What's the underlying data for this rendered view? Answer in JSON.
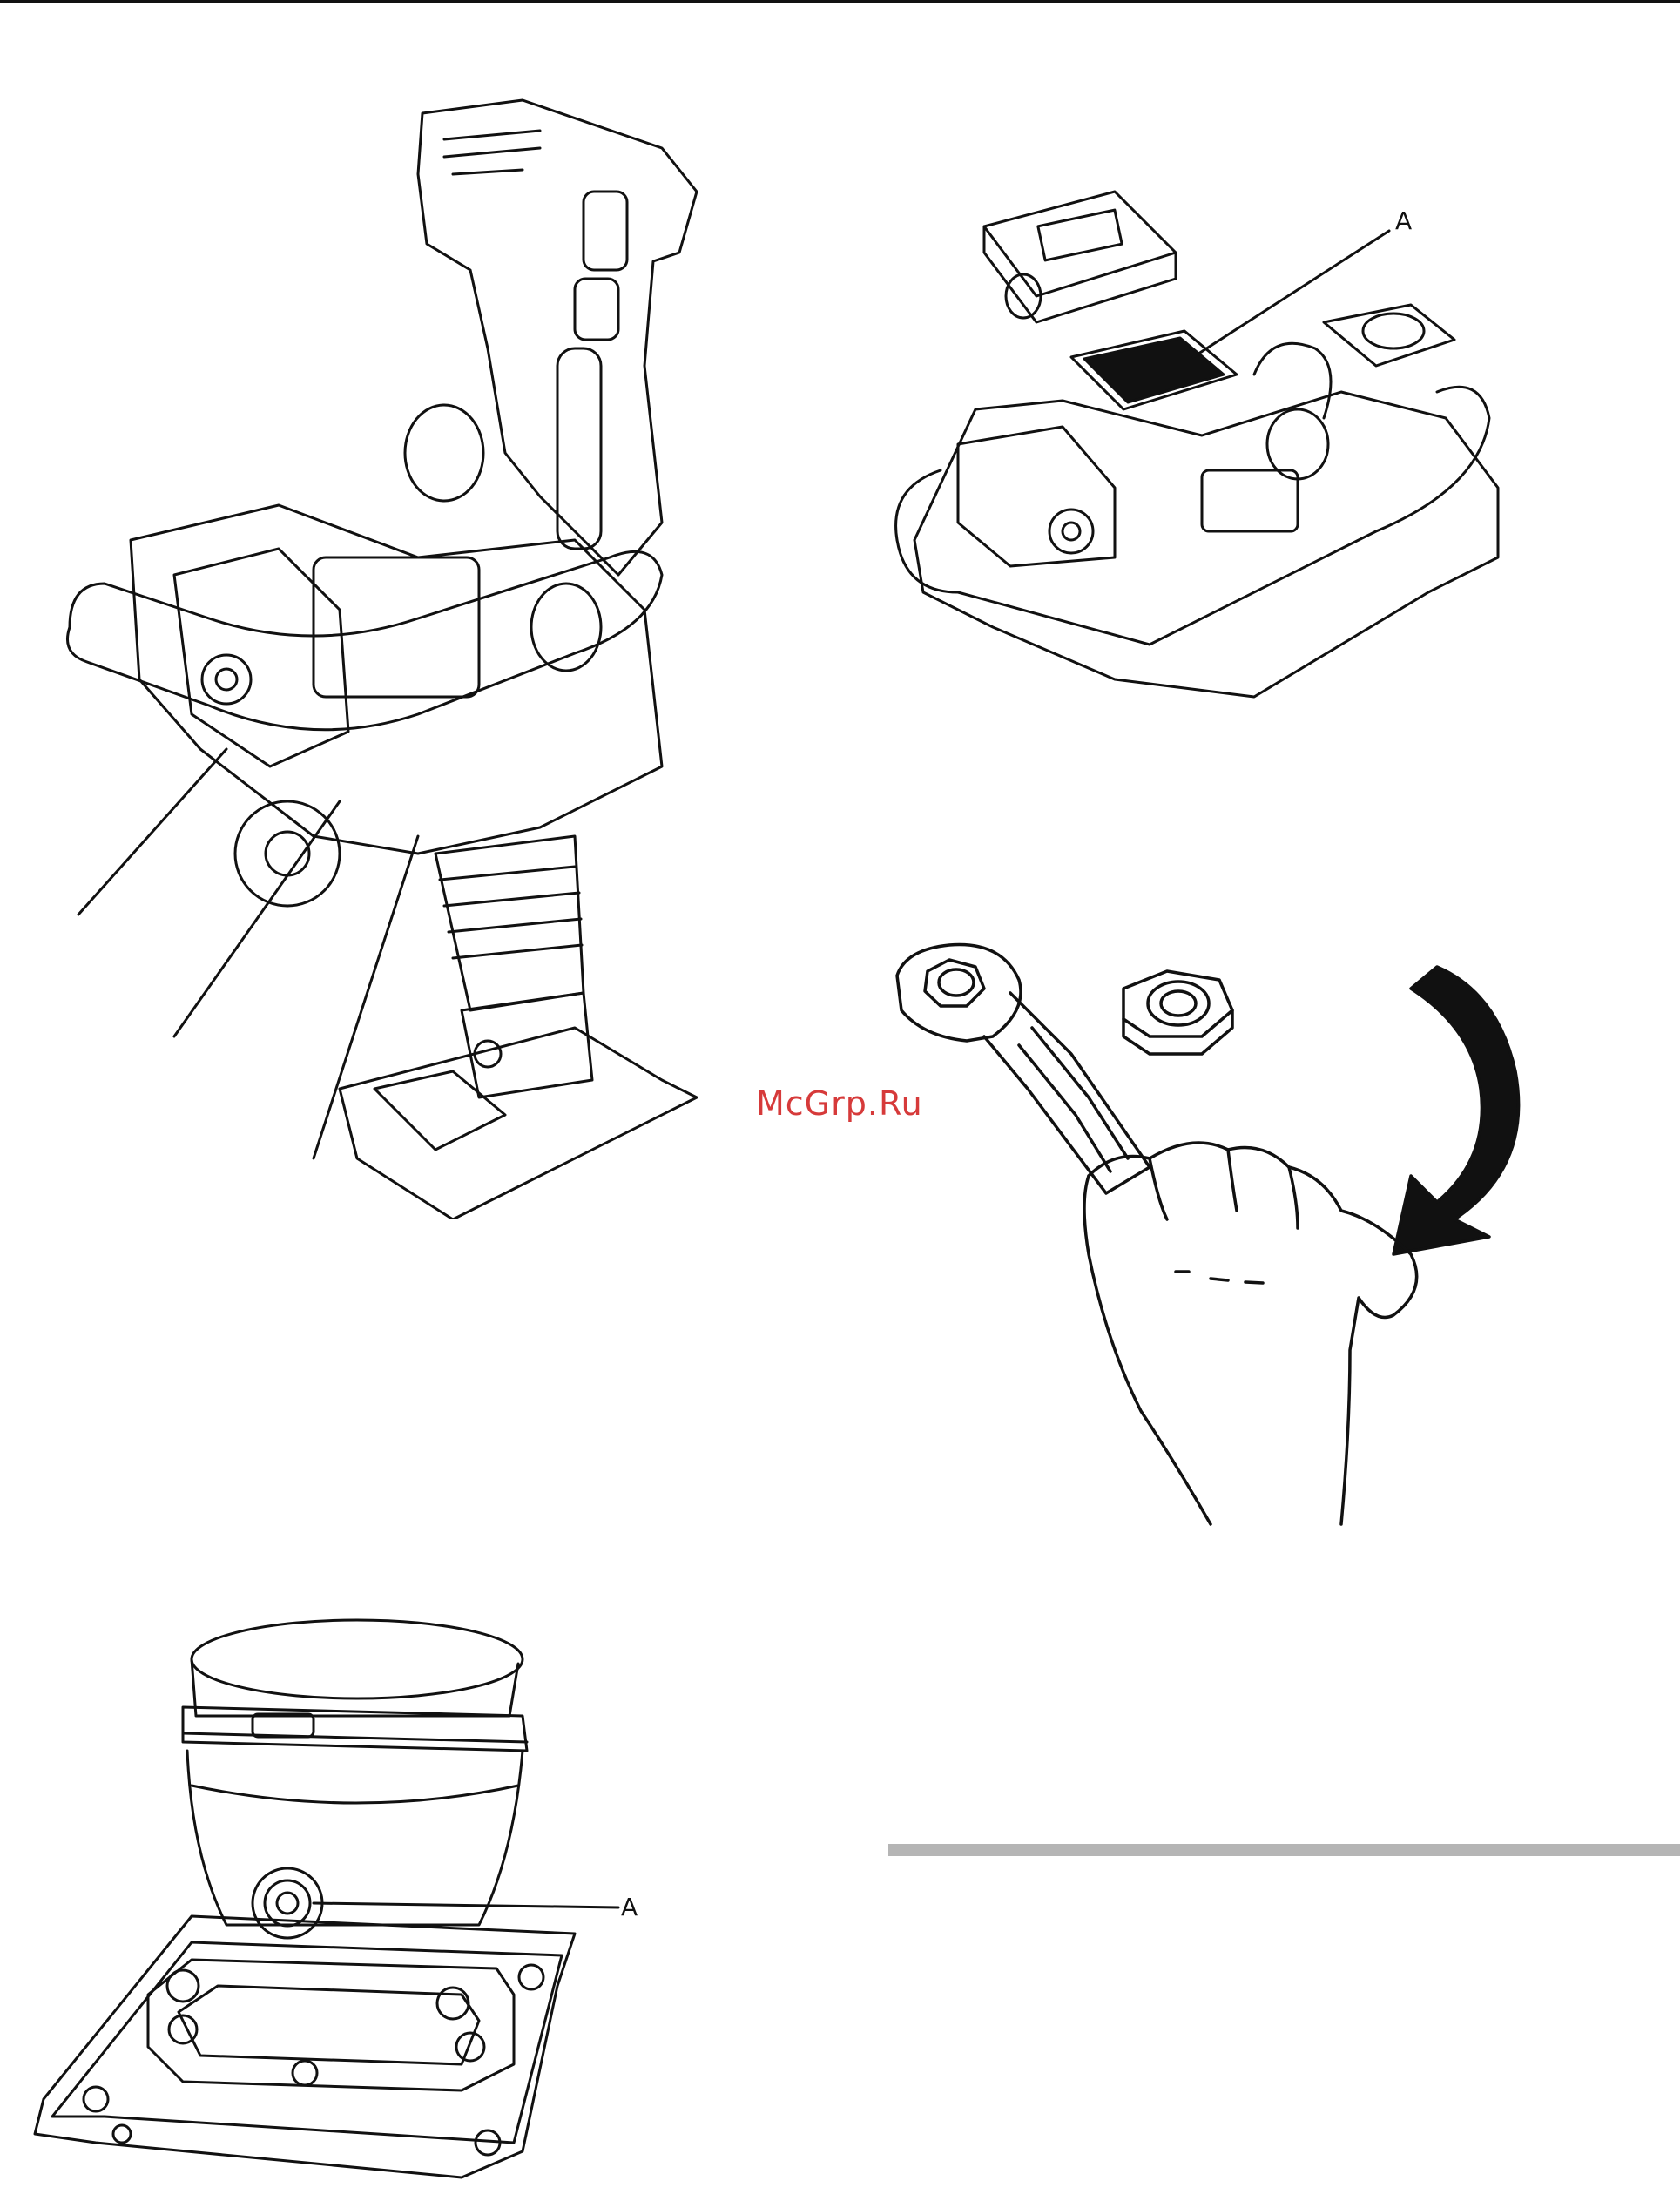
{
  "watermark": {
    "text": "McGrp.Ru",
    "color": "#d63a3a"
  },
  "figures": {
    "rammer": {
      "icon": "rammer-illustration-icon",
      "callouts": []
    },
    "air_filter": {
      "icon": "air-filter-illustration-icon",
      "callouts": [
        {
          "label": "A"
        }
      ]
    },
    "wrench": {
      "icon": "wrench-nut-illustration-icon",
      "callouts": []
    },
    "foot_plate": {
      "icon": "foot-plate-illustration-icon",
      "callouts": [
        {
          "label": "A"
        }
      ]
    }
  },
  "colors": {
    "ink": "#111111",
    "section_bar": "#b5b5b5"
  }
}
